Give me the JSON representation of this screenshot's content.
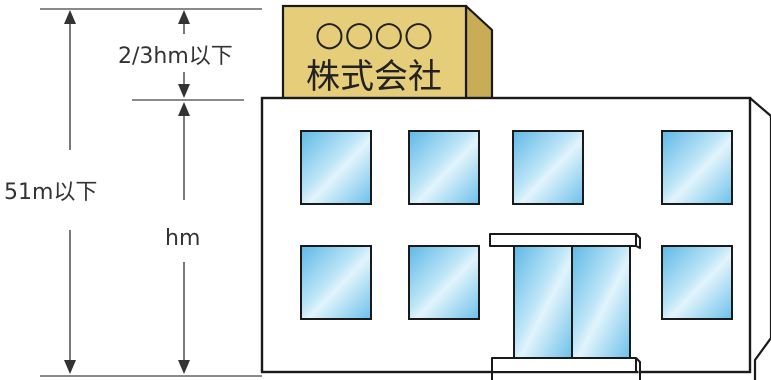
{
  "dimensions": {
    "total_height_label": "51m以下",
    "sign_height_label": "2/3hm以下",
    "building_height_label": "hm"
  },
  "sign": {
    "line1": "○○○○",
    "line2": "株式会社"
  },
  "colors": {
    "sign_face": "#e6cd7a",
    "sign_side": "#c9ad56",
    "window_glass": "#7ec9ee",
    "window_glass_light": "#d4effb",
    "outline": "#1a1a1a",
    "building_wall": "#ffffff",
    "dimension_line": "#444444"
  }
}
